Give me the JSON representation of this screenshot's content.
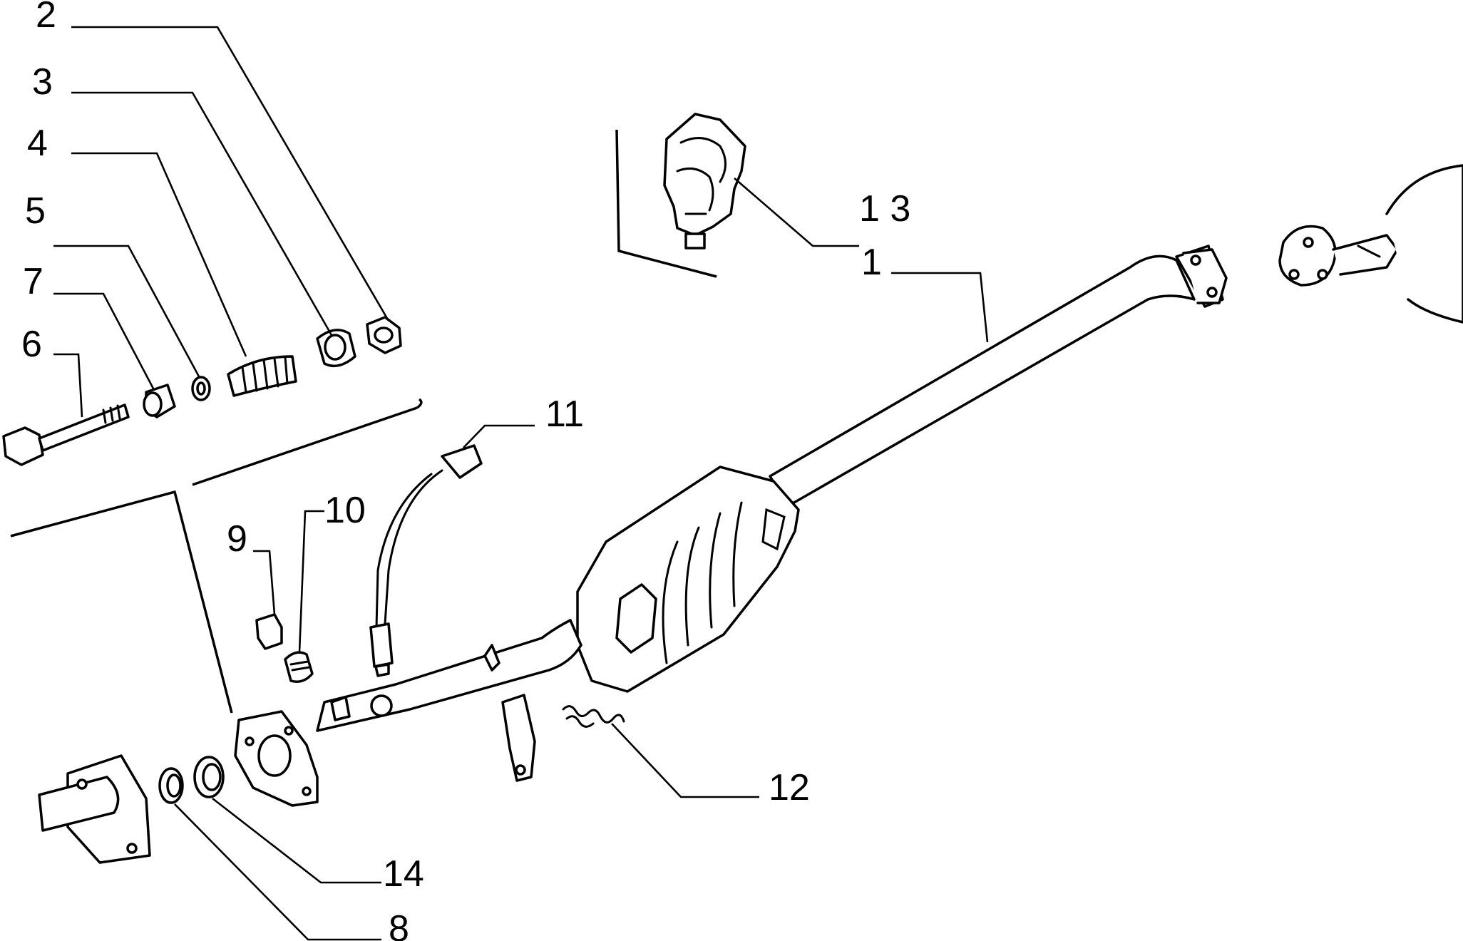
{
  "callouts": {
    "c1": "1",
    "c2": "2",
    "c3": "3",
    "c4": "4",
    "c5": "5",
    "c6": "6",
    "c7": "7",
    "c8": "8",
    "c9": "9",
    "c10": "10",
    "c11": "11",
    "c12": "12",
    "c13": "1 3",
    "c14": "14"
  }
}
